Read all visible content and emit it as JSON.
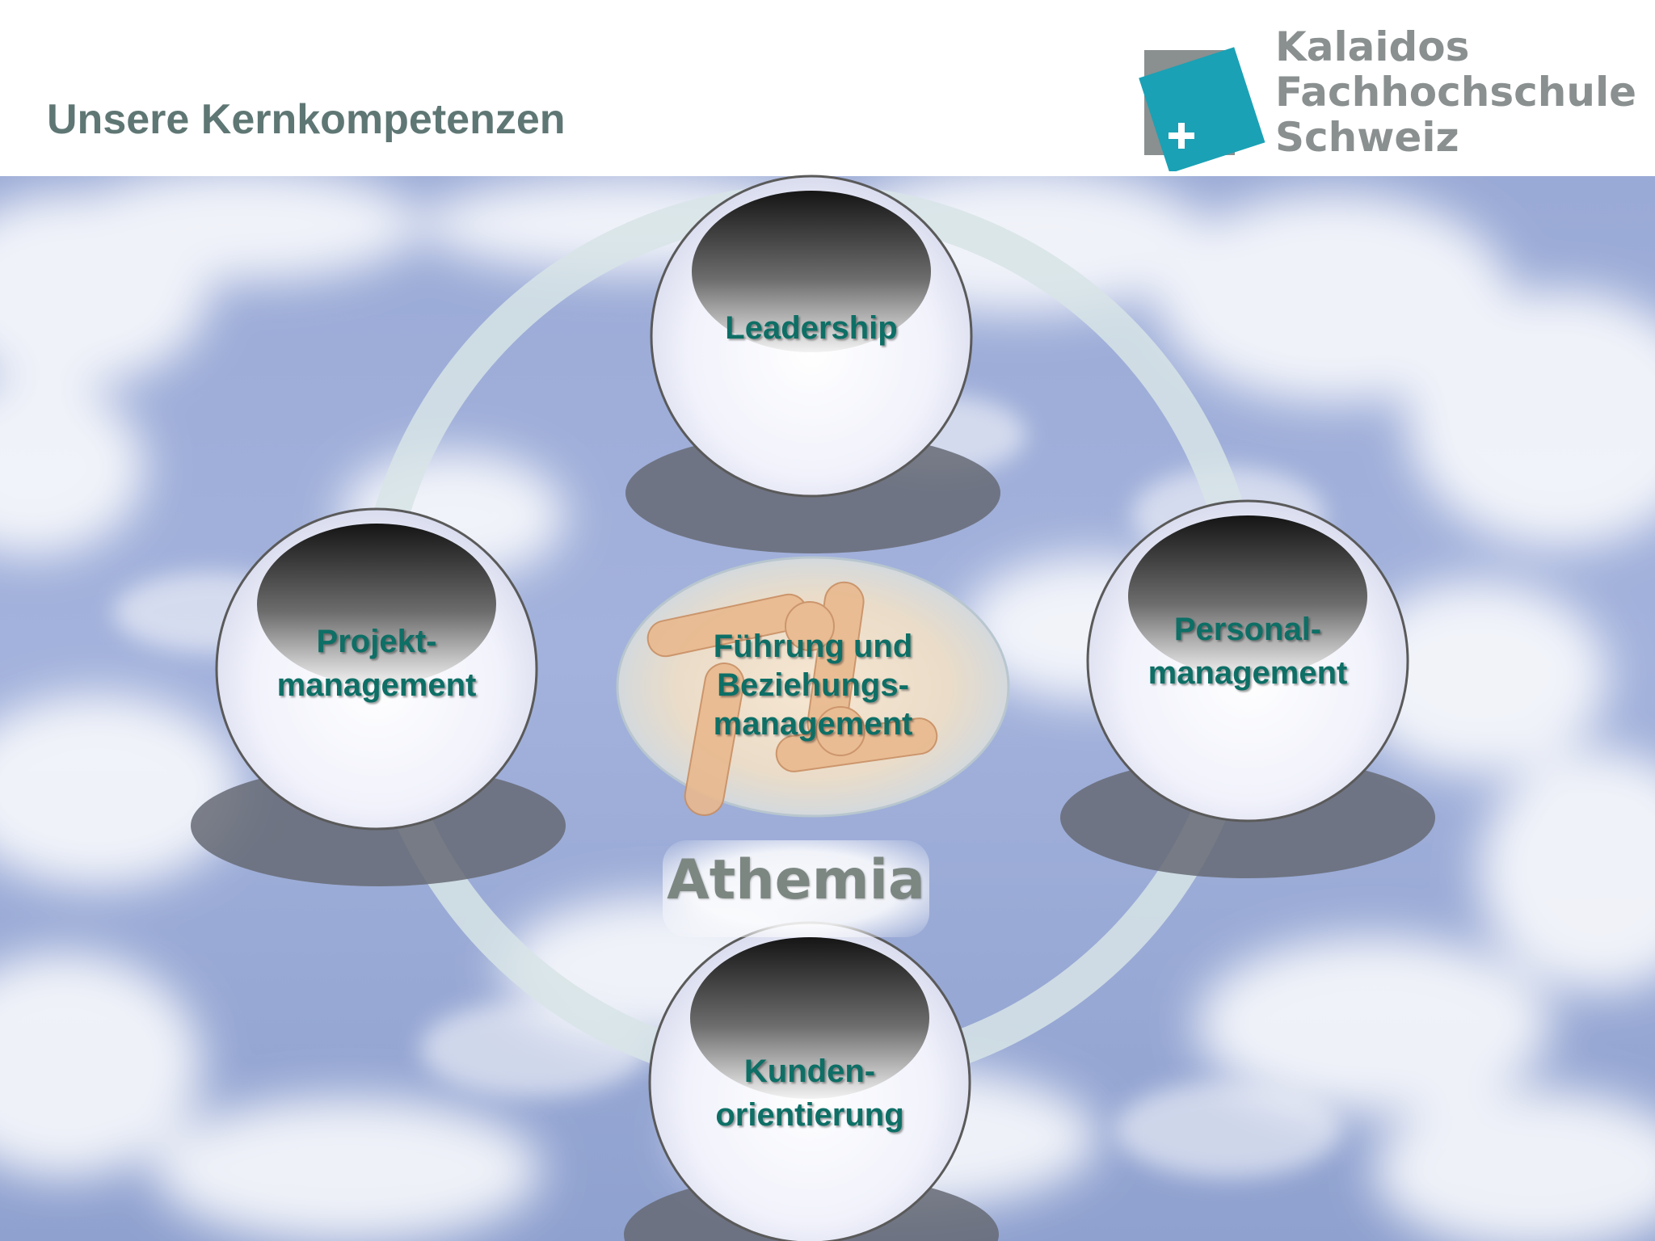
{
  "slide": {
    "title": "Unsere Kernkompetenzen"
  },
  "logo": {
    "lines": [
      "Kalaidos",
      "Fachhochschule",
      "Schweiz"
    ],
    "icon": "plus-square-icon",
    "colors": {
      "teal": "#1aa1b5",
      "grey": "#8a8f90"
    }
  },
  "diagram": {
    "center": {
      "lines": [
        "Führung und",
        "Beziehungs-",
        "management"
      ],
      "image": "joined-hands"
    },
    "nodes": {
      "top": {
        "lines": [
          "Leadership"
        ]
      },
      "left": {
        "lines": [
          "Projekt-",
          "management"
        ]
      },
      "right": {
        "lines": [
          "Personal-",
          "management"
        ]
      },
      "bottom": {
        "lines": [
          "Kunden-",
          "orientierung"
        ]
      }
    },
    "brand": "Athemia",
    "colors": {
      "label": "#0d6f66",
      "ring": "#d7e4e6"
    }
  }
}
